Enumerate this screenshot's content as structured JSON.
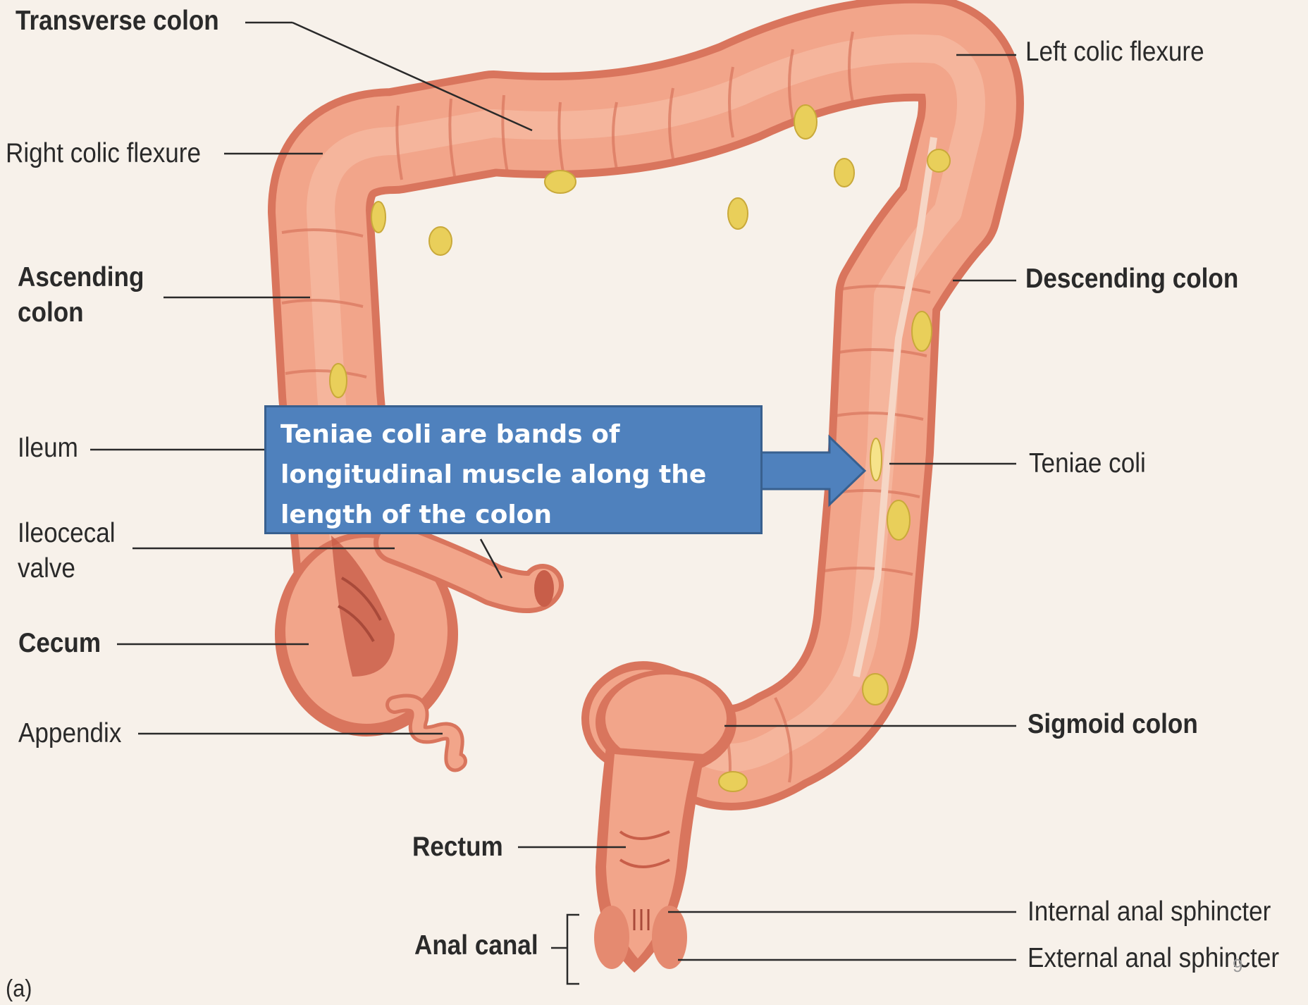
{
  "diagram": {
    "labels": {
      "transverse_colon": "Transverse colon",
      "right_colic_flexure": "Right colic flexure",
      "ascending_colon_line1": "Ascending",
      "ascending_colon_line2": "colon",
      "ileum": "Ileum",
      "ileocecal_valve_line1": "Ileocecal",
      "ileocecal_valve_line2": "valve",
      "cecum": "Cecum",
      "appendix": "Appendix",
      "rectum": "Rectum",
      "anal_canal": "Anal canal",
      "left_colic_flexure": "Left colic flexure",
      "descending_colon": "Descending colon",
      "teniae_coli": "Teniae coli",
      "sigmoid_colon": "Sigmoid colon",
      "internal_anal_sphincter": "Internal anal sphincter",
      "external_anal_sphincter": "External anal sphincter",
      "figure_panel": "(a)"
    },
    "callout_lines": [
      "Teniae coli are bands of",
      "longitudinal muscle along the",
      "length of the colon"
    ],
    "page_number": "9",
    "colors": {
      "background": "#f7f1ea",
      "colon_fill": "#f2a58a",
      "colon_dark": "#d9755d",
      "colon_light": "#f8c3ac",
      "fat_deposits": "#e9cf5a",
      "callout_fill": "#4f81bd",
      "leader_lines": "#2a2a2a"
    }
  }
}
